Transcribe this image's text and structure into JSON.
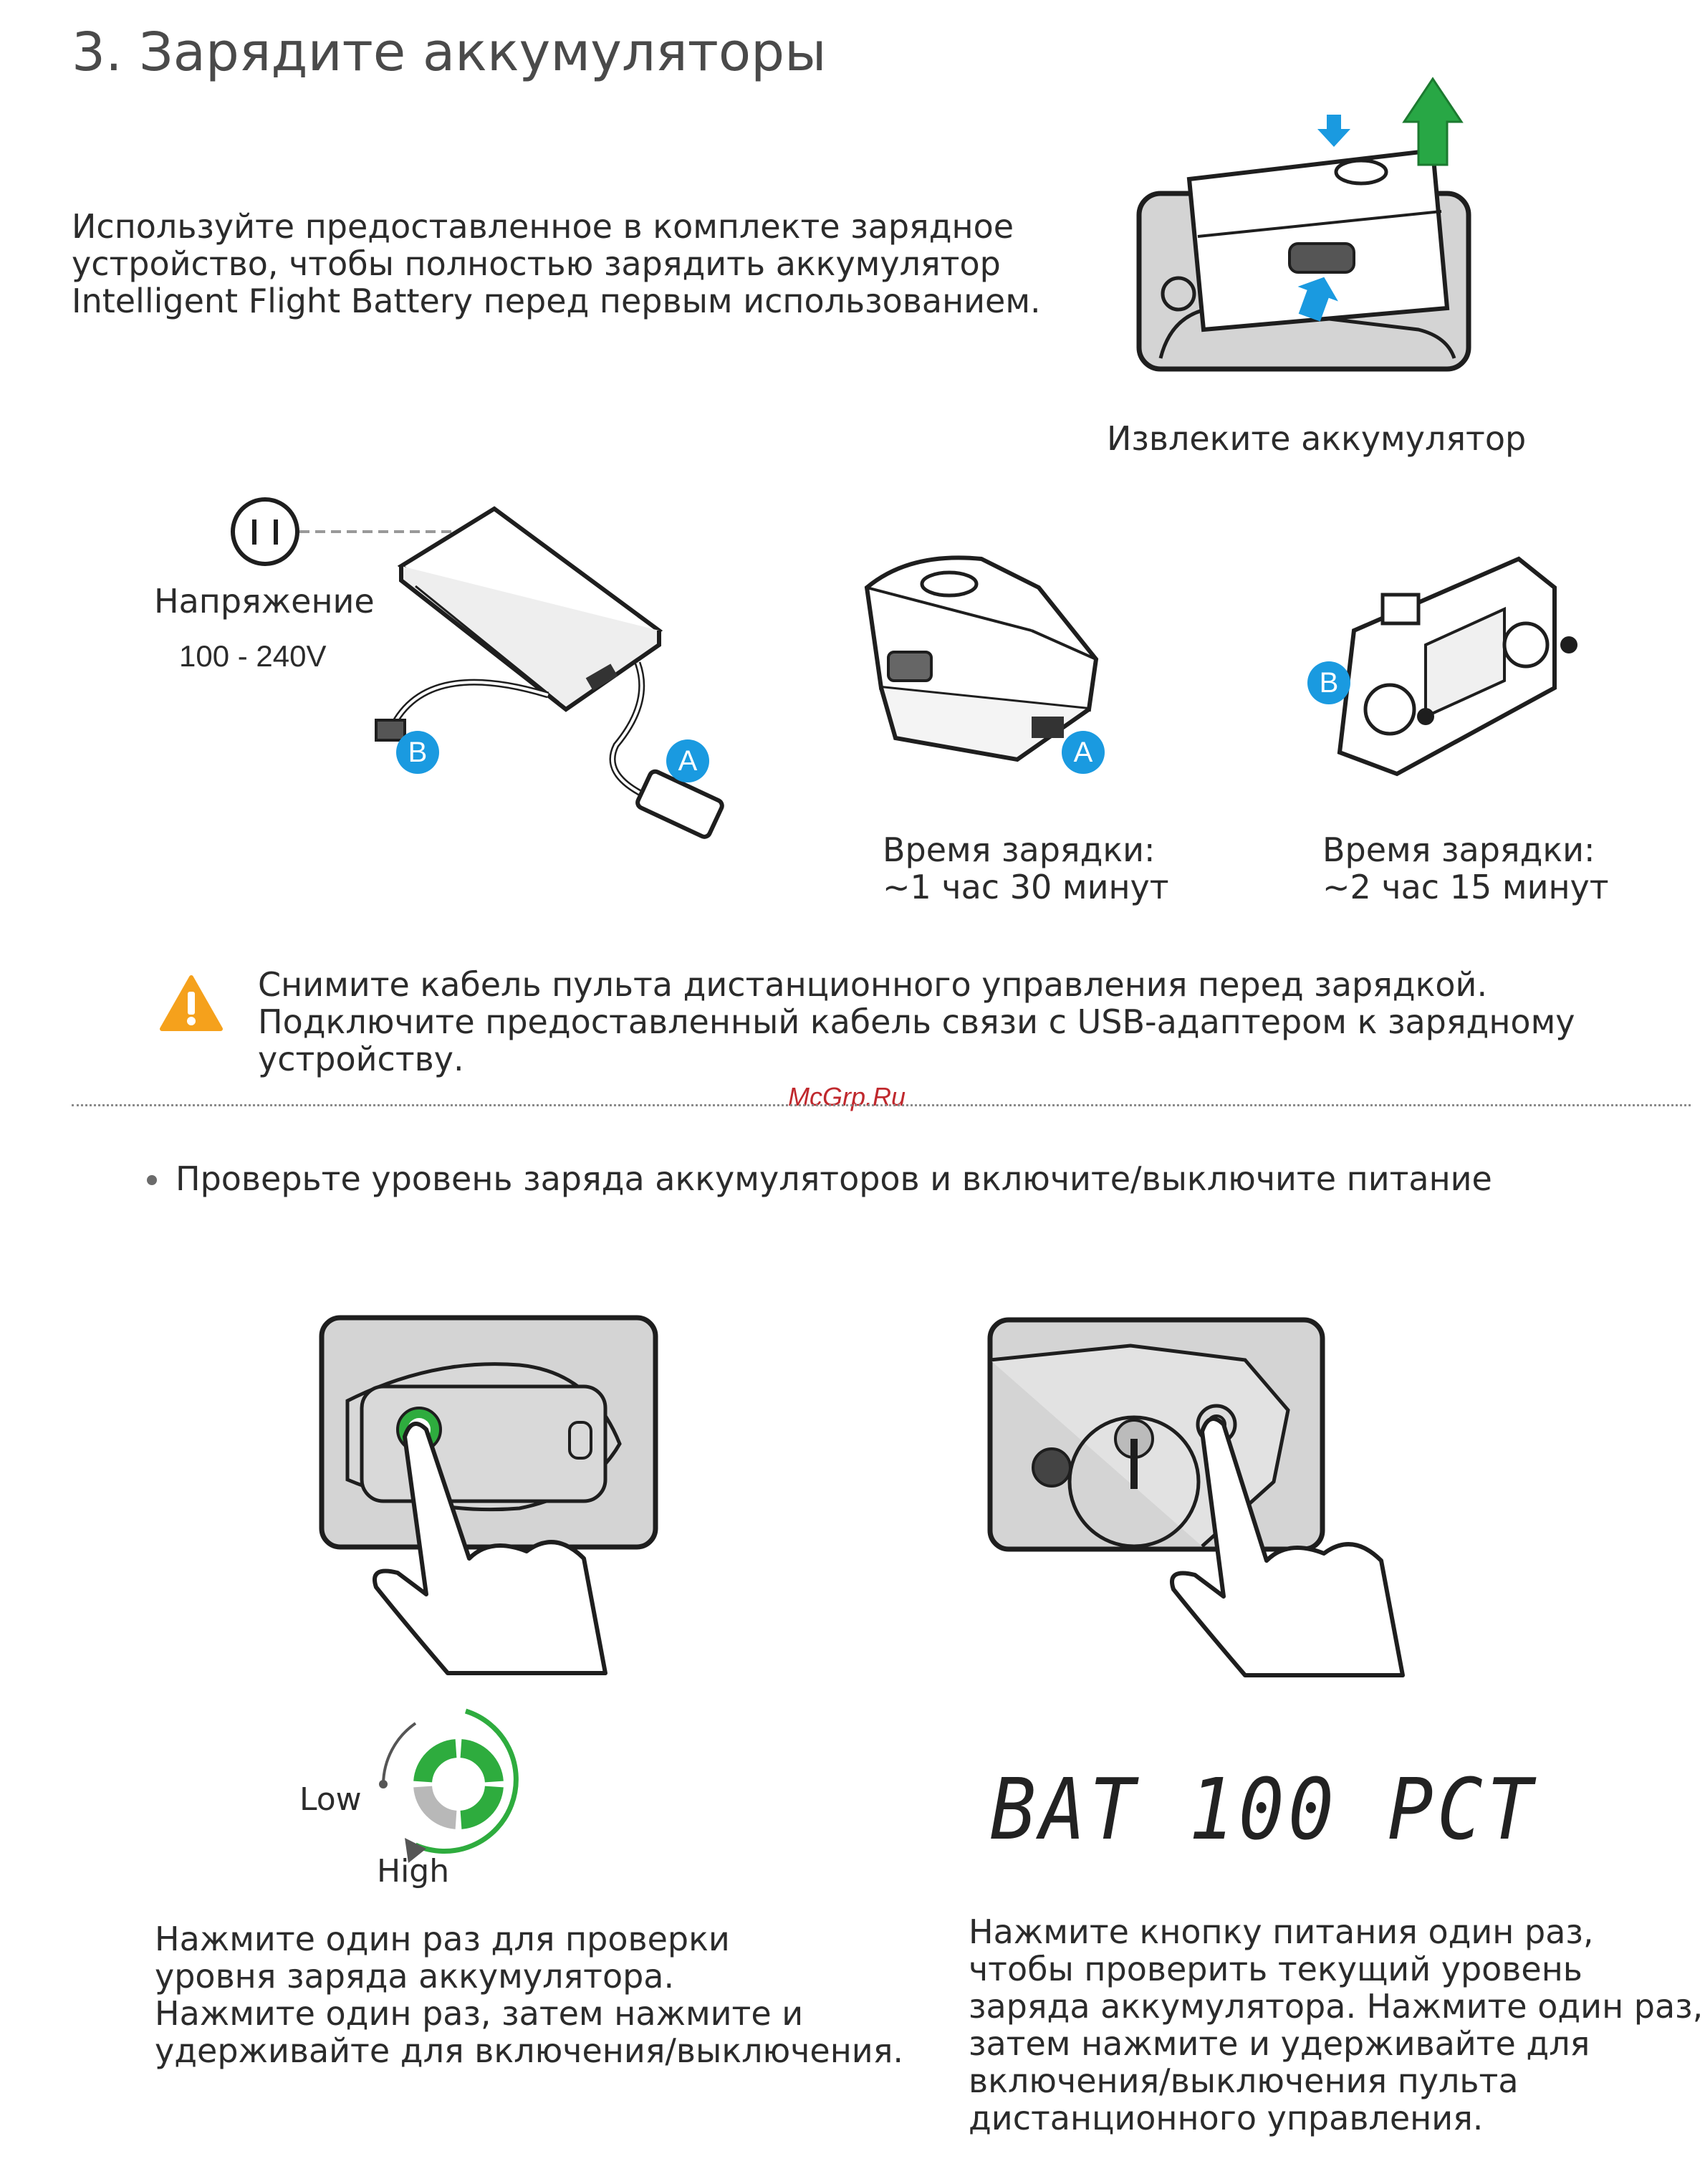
{
  "title": "3. Зарядите аккумуляторы",
  "intro": [
    "Используйте предоставленное в комплекте зарядное",
    "устройство, чтобы полностью зарядить аккумулятор",
    "Intelligent Flight Battery перед первым использованием."
  ],
  "remove_caption": "Извлеките аккумулятор",
  "voltage": {
    "label": "Напряжение",
    "range": "100 -  240V"
  },
  "markers": {
    "a": "A",
    "b": "B"
  },
  "charge_time_battery": [
    "Время зарядки:",
    "~1 час 30 минут"
  ],
  "charge_time_remote": [
    "Время зарядки:",
    "~2 час 15 минут"
  ],
  "warning": [
    "Снимите кабель пульта дистанционного управления перед зарядкой.",
    "Подключите предоставленный кабель связи с USB-адаптером к зарядному",
    "устройству."
  ],
  "watermark": "McGrp.Ru",
  "bullet": "Проверьте уровень заряда аккумуляторов и включите/выключите питание",
  "level_indicator": {
    "low": "Low",
    "high": "High",
    "lit_segments": 3,
    "total_segments": 4
  },
  "lcd_display": "BAT 100 PCT",
  "caption_battery": [
    "Нажмите один раз для проверки",
    "уровня заряда аккумулятора.",
    "Нажмите один раз, затем нажмите и",
    "удерживайте для включения/выключения."
  ],
  "caption_remote": [
    "Нажмите кнопку питания один раз,",
    "чтобы проверить текущий уровень",
    "заряда аккумулятора. Нажмите один раз,",
    "затем нажмите и удерживайте для",
    "включения/выключения пульта",
    "дистанционного управления."
  ],
  "colors": {
    "marker_blue": "#1a9ae0",
    "arrow_green": "#28a745",
    "warning_orange": "#f5a11c",
    "indicator_green": "#2eac3e",
    "indicator_gray": "#b8b8b8"
  },
  "icons": [
    "warning-icon",
    "power-plug-icon",
    "arrow-up-icon",
    "arrow-down-icon",
    "power-button-icon"
  ]
}
